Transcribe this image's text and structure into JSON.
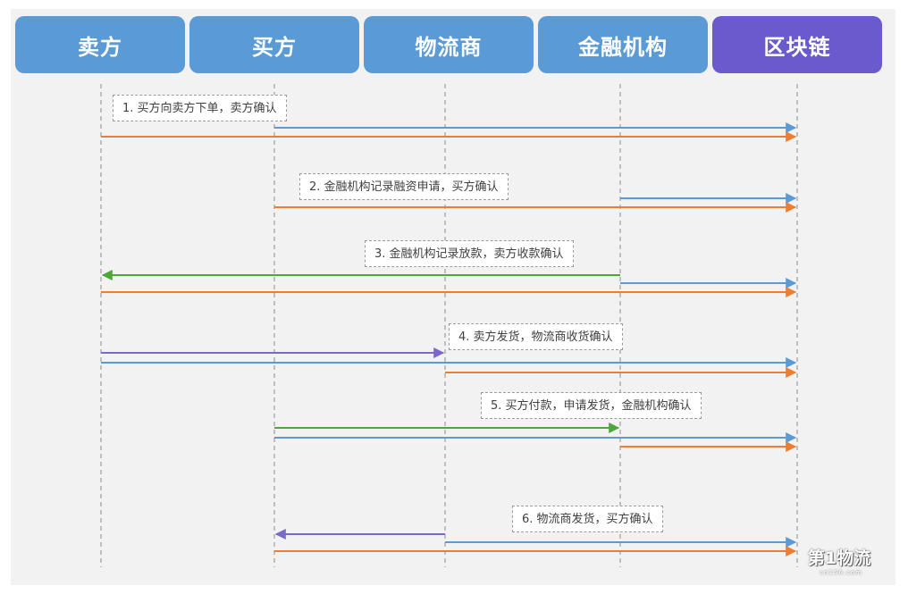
{
  "actors": [
    {
      "label": "卖方",
      "color": "#5b9bd5"
    },
    {
      "label": "买方",
      "color": "#5b9bd5"
    },
    {
      "label": "物流商",
      "color": "#5b9bd5"
    },
    {
      "label": "金融机构",
      "color": "#5b9bd5"
    },
    {
      "label": "区块链",
      "color": "#6a5acd"
    }
  ],
  "steps": [
    {
      "label": "1. 买方向卖方下单，卖方确认"
    },
    {
      "label": "2. 金融机构记录融资申请，买方确认"
    },
    {
      "label": "3. 金融机构记录放款，卖方收款确认"
    },
    {
      "label": "4. 卖方发货，物流商收货确认"
    },
    {
      "label": "5. 买方付款，申请发货，金融机构确认"
    },
    {
      "label": "6. 物流商发货，买方确认"
    }
  ],
  "colors": {
    "blue": "#5b9bd5",
    "orange": "#ed7d31",
    "green": "#4ca83a",
    "purple": "#7b68c8",
    "lifeline": "#8c8c8c"
  },
  "watermark": {
    "text": "第1物流",
    "sub": "cn156.com"
  }
}
